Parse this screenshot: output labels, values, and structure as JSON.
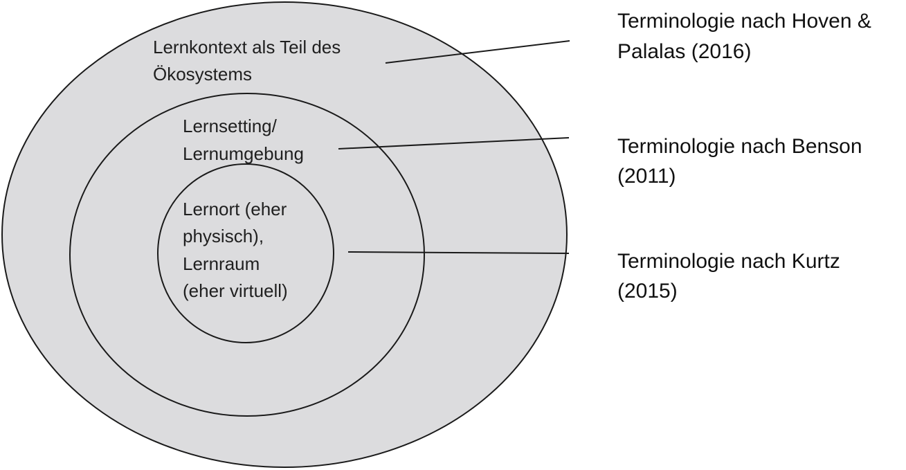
{
  "diagram": {
    "rings": {
      "outer": {
        "label_lines": [
          "Lernkontext als Teil des",
          "Ökosystems"
        ]
      },
      "middle": {
        "label_lines": [
          "Lernsetting/",
          "Lernumgebung"
        ]
      },
      "inner": {
        "label_lines": [
          "Lernort (eher",
          "physisch),",
          "Lernraum",
          "(eher virtuell)"
        ]
      }
    },
    "terminologies": [
      {
        "lines": [
          "Terminologie nach Hoven &",
          "Palalas (2016)"
        ]
      },
      {
        "lines": [
          "Terminologie nach Benson",
          "(2011)"
        ]
      },
      {
        "lines": [
          "Terminologie nach Kurtz",
          "(2015)"
        ]
      }
    ],
    "colors": {
      "ring_fill": "#dcdcde",
      "stroke": "#1a1a1a",
      "text": "#1f1f1f"
    }
  }
}
